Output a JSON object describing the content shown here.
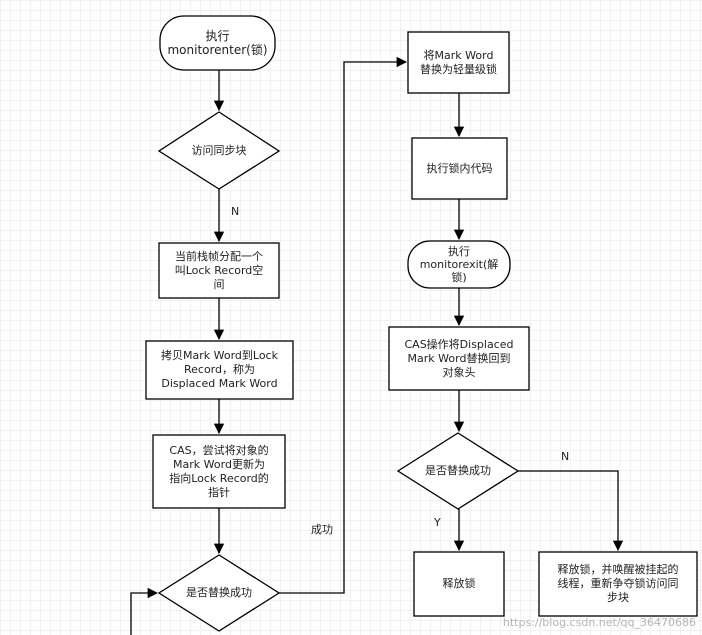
{
  "nodes": {
    "n_enter": "执行\nmonitorenter(锁)",
    "n_access": "访问同步块",
    "n_alloc": "当前栈帧分配一个\n叫Lock Record空\n间",
    "n_copy": "拷贝Mark Word到Lock\nRecord，称为\nDisplaced Mark Word",
    "n_cas": "CAS，尝试将对象的\nMark Word更新为\n指向Lock Record的\n指针",
    "n_check1": "是否替换成功",
    "n_replace": "将Mark Word\n替换为轻量级锁",
    "n_exec": "执行锁内代码",
    "n_exit": "执行\nmonitorexit(解\n锁)",
    "n_cas2": "CAS操作将Displaced\nMark Word替换回到\n对象头",
    "n_check2": "是否替换成功",
    "n_release": "释放锁",
    "n_release_wake": "释放锁，并唤醒被挂起的\n线程，重新争夺锁访问同\n步块"
  },
  "edge_labels": {
    "access_n": "N",
    "check1_success": "成功",
    "check2_y": "Y",
    "check2_n": "N"
  },
  "watermark": "https://blog.csdn.net/qq_36470686",
  "colors": {
    "stroke": "#000000",
    "fill": "#ffffff",
    "grid": "#f1f1f1"
  }
}
